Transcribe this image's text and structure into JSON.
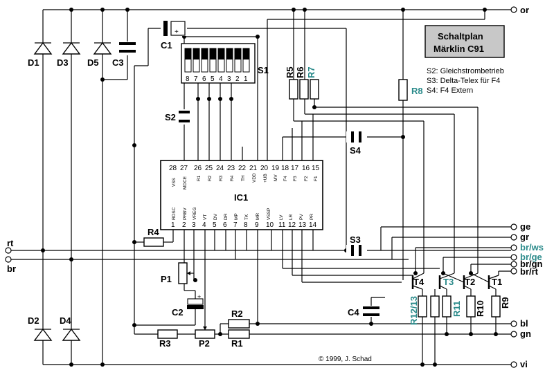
{
  "title": {
    "line1": "Schaltplan",
    "line2": "Märklin C91"
  },
  "notes": [
    "S2: Gleichstrombetrieb",
    "S3: Delta-Telex für F4",
    "S4: F4 Extern"
  ],
  "copyright": "© 1999, J. Schad",
  "chip": {
    "name": "IC1",
    "top_pins": [
      {
        "num": "28",
        "name": "VSS"
      },
      {
        "num": "27",
        "name": "MDCE"
      },
      {
        "num": "26",
        "name": "R1"
      },
      {
        "num": "25",
        "name": "R2"
      },
      {
        "num": "24",
        "name": "R3"
      },
      {
        "num": "23",
        "name": "R4"
      },
      {
        "num": "22",
        "name": "TH"
      },
      {
        "num": "21",
        "name": "VDD"
      },
      {
        "num": "20",
        "name": "+UB"
      },
      {
        "num": "19",
        "name": "MV"
      },
      {
        "num": "18",
        "name": "F4"
      },
      {
        "num": "17",
        "name": "F3"
      },
      {
        "num": "16",
        "name": "F2"
      },
      {
        "num": "15",
        "name": "F1"
      }
    ],
    "bottom_pins": [
      {
        "num": "1",
        "name": "RDSC"
      },
      {
        "num": "2",
        "name": "PRBV"
      },
      {
        "num": "3",
        "name": "VREG"
      },
      {
        "num": "4",
        "name": "VT"
      },
      {
        "num": "5",
        "name": "DV"
      },
      {
        "num": "6",
        "name": "DR"
      },
      {
        "num": "7",
        "name": "MP"
      },
      {
        "num": "8",
        "name": "TK"
      },
      {
        "num": "9",
        "name": "MR"
      },
      {
        "num": "10",
        "name": "VSSP"
      },
      {
        "num": "11",
        "name": "LV"
      },
      {
        "num": "12",
        "name": "LR"
      },
      {
        "num": "13",
        "name": "PV"
      },
      {
        "num": "14",
        "name": "PR"
      }
    ]
  },
  "dip_numbers": [
    "8",
    "7",
    "6",
    "5",
    "4",
    "3",
    "2",
    "1"
  ],
  "components": {
    "d1": "D1",
    "d3": "D3",
    "d5": "D5",
    "c3": "C3",
    "c1": "C1",
    "s1": "S1",
    "s2": "S2",
    "r5": "R5",
    "r6": "R6",
    "r7": "R7",
    "r8": "R8",
    "s4": "S4",
    "s3": "S3",
    "r4": "R4",
    "p1": "P1",
    "c2": "C2",
    "d2": "D2",
    "d4": "D4",
    "r2": "R2",
    "r3": "R3",
    "p2": "P2",
    "r1": "R1",
    "c4": "C4",
    "t4": "T4",
    "t3": "T3",
    "t2": "T2",
    "t1": "T1",
    "r1213": "R12/13",
    "r11": "R11",
    "r10": "R10",
    "r9": "R9"
  },
  "terminals": {
    "or": "or",
    "ge": "ge",
    "gr": "gr",
    "brws": "br/ws",
    "brge": "br/ge",
    "brgn": "br/gn",
    "brrt": "br/rt",
    "bl": "bl",
    "gn": "gn",
    "vi": "vi",
    "rt": "rt",
    "br": "br"
  },
  "colors": {
    "accent_teal": "#2a8a8a",
    "title_box": "#c8c8c8"
  }
}
